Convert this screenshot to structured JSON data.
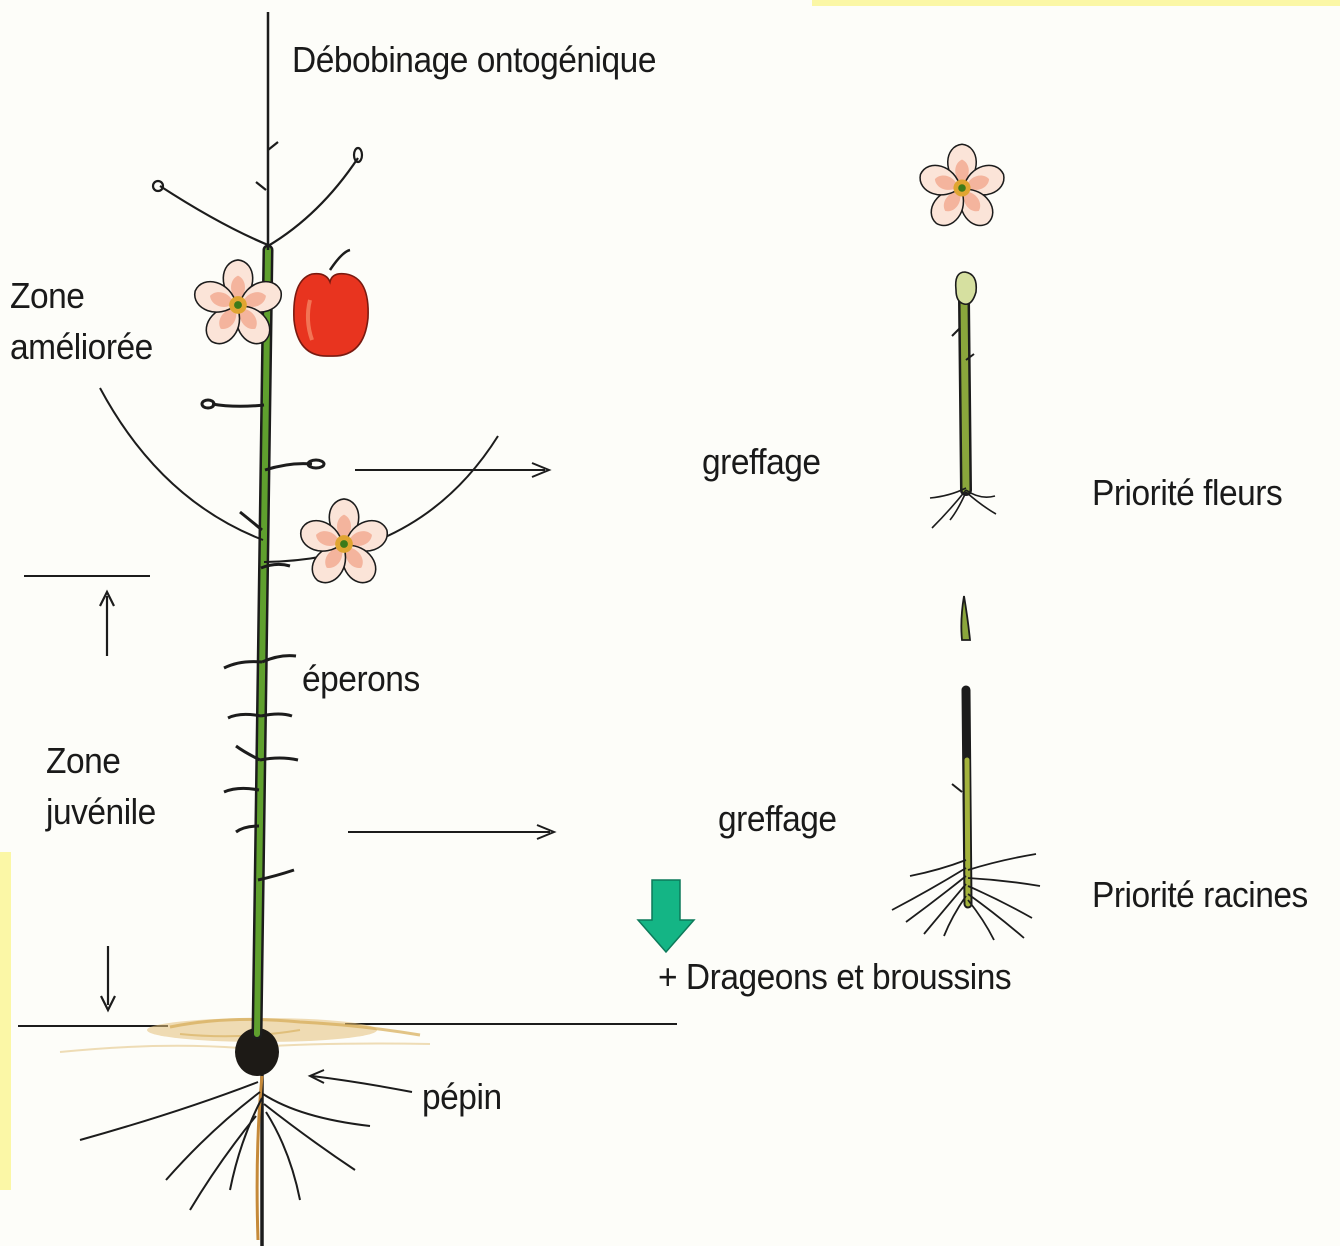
{
  "labels": {
    "title": "Débobinage ontogénique",
    "zone_amelioree": "Zone améliorée",
    "zone_juvenile": "Zone juvénile",
    "eperons": "éperons",
    "greffage_top": "greffage",
    "greffage_bottom": "greffage",
    "priorite_fleurs": "Priorité fleurs",
    "priorite_racines": "Priorité racines",
    "drageons": "+ Drageons et broussins",
    "pepin": "pépin"
  },
  "colors": {
    "stem": "#5fa02e",
    "stem_dark": "#2d4d12",
    "outline": "#1c1c1c",
    "petal": "#fbe4d8",
    "petal_blush": "#e76a4a",
    "apple": "#e8341f",
    "soil": "#e3c07a",
    "seed": "#1d1a16",
    "green_arrow": "#14b585",
    "yellow_bar": "#fbf7a6"
  }
}
